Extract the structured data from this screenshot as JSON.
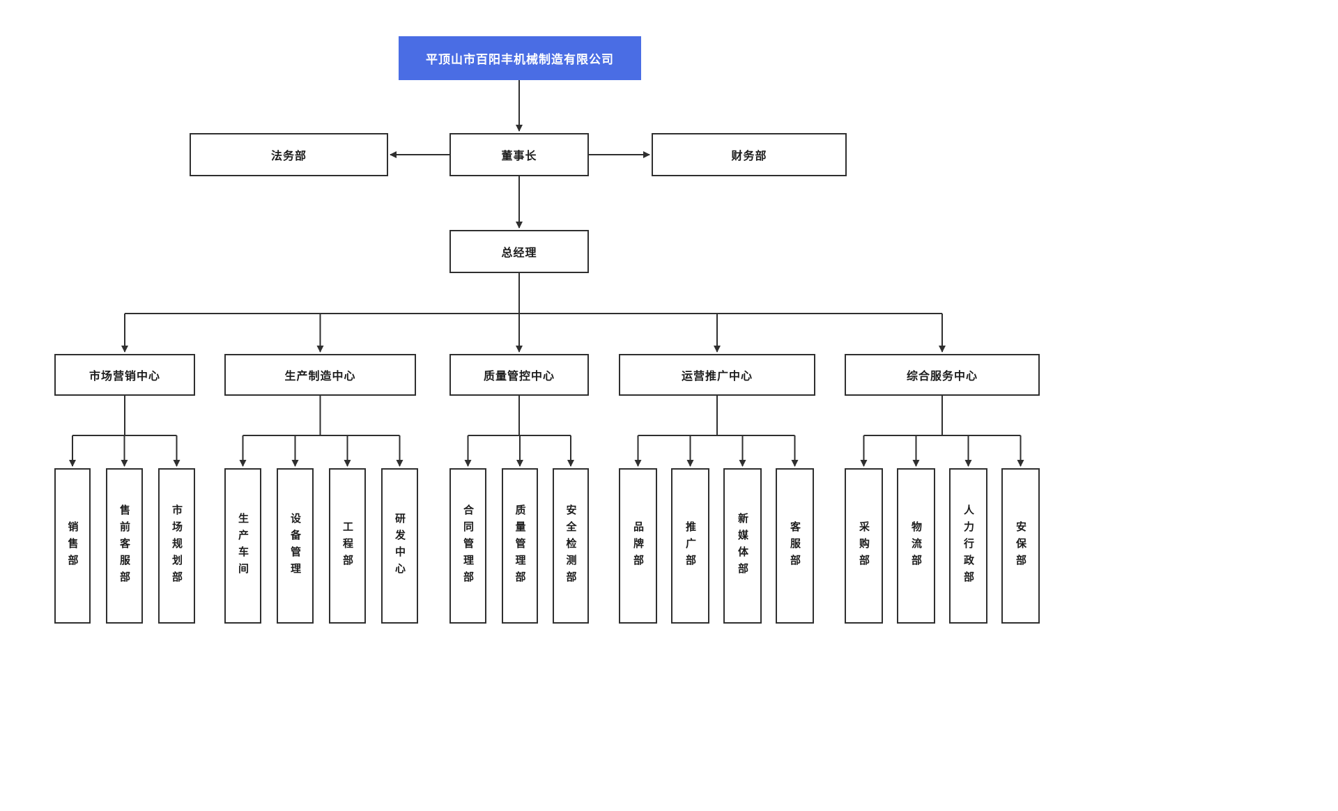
{
  "colors": {
    "root_fill": "#4a6de4",
    "root_text": "#ffffff",
    "box_border": "#2f2f2f",
    "box_text": "#1c1c1c",
    "line": "#2f2f2f"
  },
  "org": {
    "company": {
      "label": "平顶山市百阳丰机械制造有限公司"
    },
    "chairman": {
      "label": "董事长"
    },
    "legal": {
      "label": "法务部"
    },
    "finance": {
      "label": "财务部"
    },
    "general_manager": {
      "label": "总经理"
    },
    "centers": [
      {
        "label": "市场营销中心",
        "children": [
          {
            "label": "销售部"
          },
          {
            "label": "售前客服部"
          },
          {
            "label": "市场规划部"
          }
        ]
      },
      {
        "label": "生产制造中心",
        "children": [
          {
            "label": "生产车间"
          },
          {
            "label": "设备管理"
          },
          {
            "label": "工程部"
          },
          {
            "label": "研发中心"
          }
        ]
      },
      {
        "label": "质量管控中心",
        "children": [
          {
            "label": "合同管理部"
          },
          {
            "label": "质量管理部"
          },
          {
            "label": "安全检测部"
          }
        ]
      },
      {
        "label": "运营推广中心",
        "children": [
          {
            "label": "品牌部"
          },
          {
            "label": "推广部"
          },
          {
            "label": "新媒体部"
          },
          {
            "label": "客服部"
          }
        ]
      },
      {
        "label": "综合服务中心",
        "children": [
          {
            "label": "采购部"
          },
          {
            "label": "物流部"
          },
          {
            "label": "人力行政部"
          },
          {
            "label": "安保部"
          }
        ]
      }
    ]
  }
}
